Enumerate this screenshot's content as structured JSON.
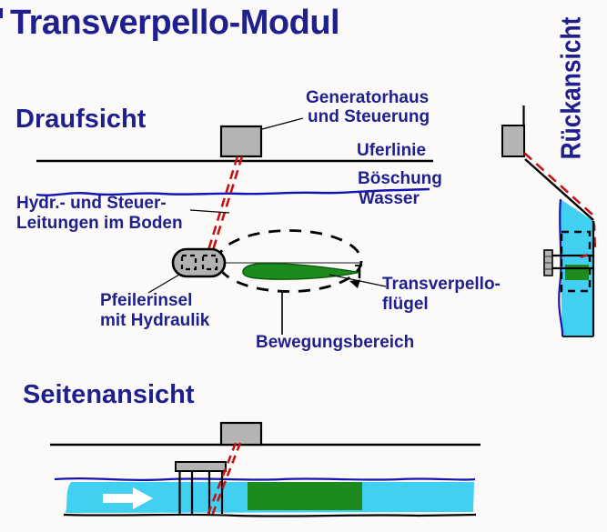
{
  "title": "Transverpello-Modul",
  "colors": {
    "text_navy": "#1f1f8e",
    "line_black": "#000000",
    "water_line_blue": "#1414b4",
    "water_fill_cyan": "#41d0f2",
    "wing_green": "#1d8a1d",
    "structure_gray": "#b4b4b4",
    "hydraulic_red": "#c41414"
  },
  "views": {
    "top_view": {
      "label": "Draufsicht",
      "annotations": {
        "generator_line1": "Generatorhaus",
        "generator_line2": "und Steuerung",
        "shoreline": "Uferlinie",
        "embankment": "Böschung",
        "water": "Wasser",
        "hydraulics_line1": "Hydr.- und Steuer-",
        "hydraulics_line2": "Leitungen im Boden",
        "pier_line1": "Pfeilerinsel",
        "pier_line2": "mit Hydraulik",
        "movement_area": "Bewegungsbereich",
        "wing_line1": "Transverpello-",
        "wing_line2": "flügel"
      }
    },
    "rear_view": {
      "label": "Rückansicht"
    },
    "side_view": {
      "label": "Seitenansicht"
    }
  }
}
